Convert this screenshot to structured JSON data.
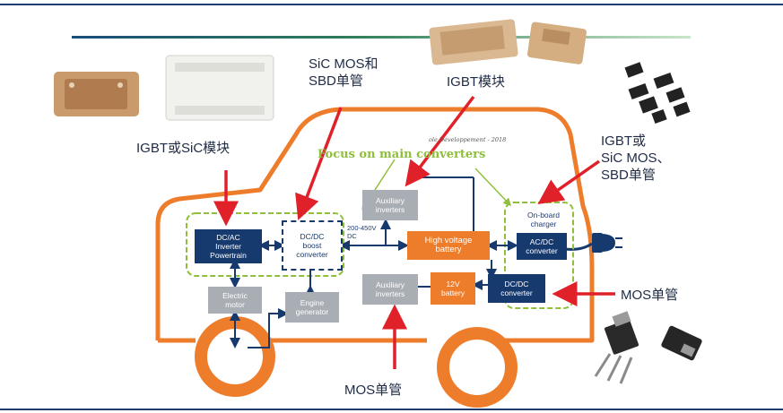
{
  "labels": {
    "sic_mos_sbd": "SiC MOS和\nSBD单管",
    "igbt_module": "IGBT模块",
    "igbt_or_sic_module": "IGBT或SiC模块",
    "igbt_sic_mos_sbd": "IGBT或\nSiC MOS、\nSBD单管",
    "mos_single_right": "MOS单管",
    "mos_single_bottom": "MOS单管"
  },
  "diagram": {
    "focus_title": "Focus on main converters",
    "source_note": "ole Développement - 2018",
    "voltage_label": "200-450V\nDC",
    "blocks": {
      "dcac": "DC/AC\nInverter\nPowertrain",
      "dcdc_boost": "DC/DC\nboost\nconverter",
      "aux_top": "Auxiliary\ninverters",
      "hv_battery": "High voltage\nbattery",
      "onboard": "On-board\ncharger",
      "acdc": "AC/DC\nconverter",
      "electric_motor": "Electric\nmotor",
      "engine_gen": "Engine\ngenerator",
      "aux_bottom": "Auxiliary\ninverters",
      "battery_12v": "12V\nbattery",
      "dcdc_conv": "DC/DC\nconverter"
    }
  },
  "colors": {
    "navy": "#163a6e",
    "orange": "#ee7d2b",
    "red_arrow": "#e0212a",
    "green_dash": "#8fbf3c",
    "grey_box": "#a8aeb4"
  }
}
